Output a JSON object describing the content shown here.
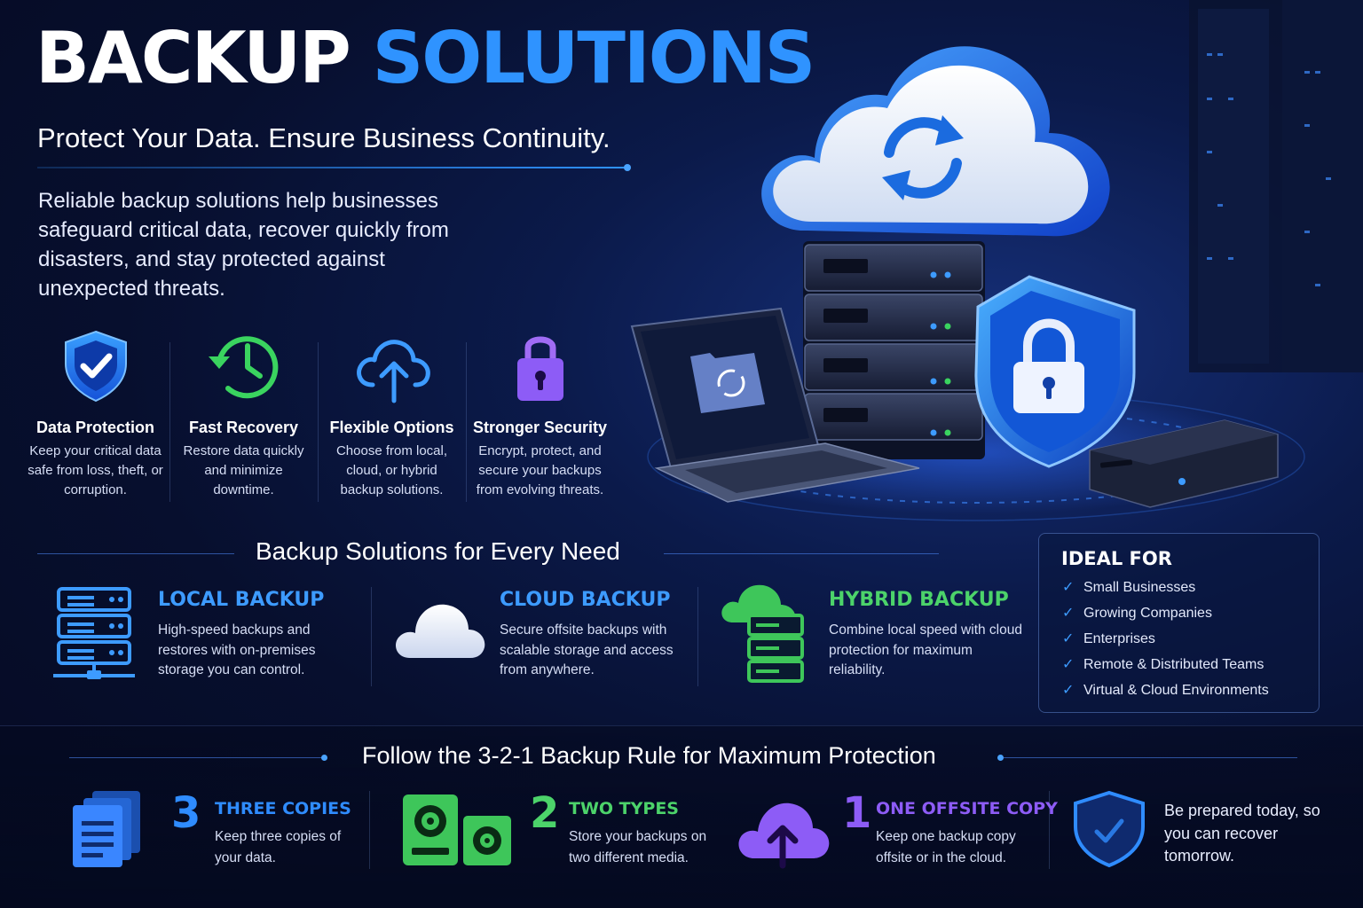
{
  "header": {
    "title_white": "BACKUP",
    "title_blue": "SOLUTIONS",
    "subtitle": "Protect Your Data. Ensure Business Continuity.",
    "intro": "Reliable backup solutions help businesses safeguard critical data, recover quickly from disasters, and stay protected against unexpected threats."
  },
  "features": [
    {
      "icon": "shield-check-icon",
      "title": "Data Protection",
      "desc": "Keep your critical data safe from loss, theft, or corruption."
    },
    {
      "icon": "clock-recovery-icon",
      "title": "Fast Recovery",
      "desc": "Restore data quickly and minimize downtime."
    },
    {
      "icon": "cloud-upload-icon",
      "title": "Flexible Options",
      "desc": "Choose from local, cloud, or hybrid backup solutions."
    },
    {
      "icon": "padlock-icon",
      "title": "Stronger Security",
      "desc": "Encrypt, protect, and secure your backups from evolving threats."
    }
  ],
  "solutions_section": {
    "heading": "Backup Solutions for Every Need",
    "items": [
      {
        "icon": "server-stack-icon",
        "title": "LOCAL BACKUP",
        "color": "#3d9bff",
        "desc": "High-speed backups and restores with on-premises storage you can control."
      },
      {
        "icon": "cloud-icon",
        "title": "CLOUD BACKUP",
        "color": "#3d9bff",
        "desc": "Secure offsite backups with scalable storage and access from anywhere."
      },
      {
        "icon": "cloud-server-icon",
        "title": "HYBRID BACKUP",
        "color": "#4cd36a",
        "desc": "Combine local speed with cloud protection for maximum reliability."
      }
    ]
  },
  "ideal_for": {
    "title": "IDEAL FOR",
    "items": [
      "Small Businesses",
      "Growing Companies",
      "Enterprises",
      "Remote & Distributed Teams",
      "Virtual & Cloud Environments"
    ]
  },
  "rule_section": {
    "heading": "Follow the 3-2-1 Backup Rule for Maximum Protection",
    "items": [
      {
        "icon": "documents-icon",
        "number": "3",
        "title": "THREE COPIES",
        "color": "#2f8cff",
        "desc": "Keep three copies of your data."
      },
      {
        "icon": "drives-icon",
        "number": "2",
        "title": "TWO TYPES",
        "color": "#4cd36a",
        "desc": "Store your backups on two different media."
      },
      {
        "icon": "cloud-upload-icon",
        "number": "1",
        "title": "ONE OFFSITE COPY",
        "color": "#8d5cf6",
        "desc": "Keep one backup copy offsite or in the cloud."
      }
    ],
    "closing": "Be prepared today, so you can recover tomorrow."
  },
  "colors": {
    "background": "#070f2e",
    "accent_blue": "#2f93ff",
    "green": "#4cd36a",
    "purple": "#8d5cf6"
  }
}
